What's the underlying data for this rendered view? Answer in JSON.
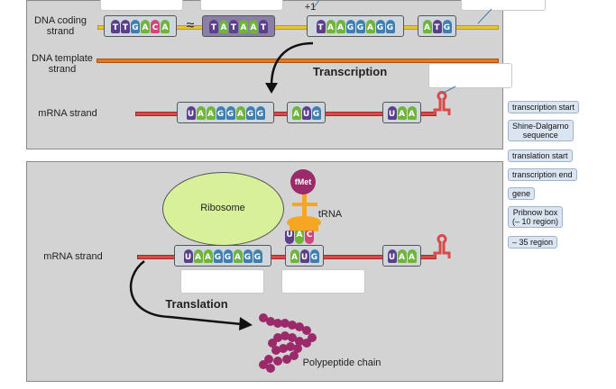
{
  "labels": {
    "dna_coding": "DNA coding\nstrand",
    "dna_template": "DNA template\nstrand",
    "mrna_top": "mRNA strand",
    "mrna_bottom": "mRNA strand",
    "transcription": "Transcription",
    "translation": "Translation",
    "ribosome": "Ribosome",
    "trna": "tRNA",
    "fmet": "fMet",
    "plus_one": "+1",
    "polypeptide": "Polypeptide chain",
    "break_mark": "≈"
  },
  "sequences": {
    "dna_box1": [
      "T",
      "T",
      "G",
      "A",
      "C",
      "A"
    ],
    "dna_box2": [
      "T",
      "A",
      "T",
      "A",
      "A",
      "T"
    ],
    "dna_box3": [
      "T",
      "A",
      "A",
      "G",
      "G",
      "A",
      "G",
      "G"
    ],
    "dna_box4": [
      "A",
      "T",
      "G"
    ],
    "mrna_sd": [
      "U",
      "A",
      "A",
      "G",
      "G",
      "A",
      "G",
      "G"
    ],
    "mrna_start": [
      "A",
      "U",
      "G"
    ],
    "mrna_stop": [
      "U",
      "A",
      "A"
    ],
    "anticodon": [
      "U",
      "A",
      "C"
    ]
  },
  "answer_bank": [
    "transcription start",
    "Shine-Dalgarno\nsequence",
    "translation start",
    "transcription end",
    "gene",
    "Pribnow box\n(– 10 region)",
    "– 35 region"
  ],
  "colors": {
    "panel": "#d3d3d3",
    "coding_strand": "#e3c33a",
    "template_strand": "#e07a2a",
    "mrna": "#d94a4a",
    "ribosome": "#d8f09a",
    "trna": "#f5a623",
    "fmet": "#9b2a6b",
    "peptide": "#9b2a6b"
  }
}
